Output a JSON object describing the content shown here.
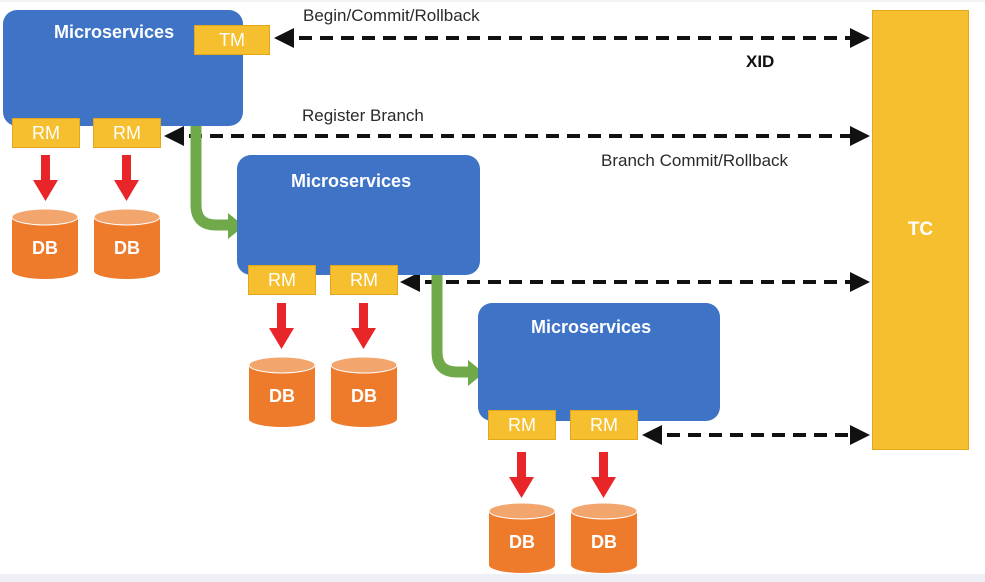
{
  "microservices": [
    {
      "title": "Microservices",
      "tm": "TM",
      "rm": [
        "RM",
        "RM"
      ],
      "db": [
        "DB",
        "DB"
      ]
    },
    {
      "title": "Microservices",
      "rm": [
        "RM",
        "RM"
      ],
      "db": [
        "DB",
        "DB"
      ]
    },
    {
      "title": "Microservices",
      "rm": [
        "RM",
        "RM"
      ],
      "db": [
        "DB",
        "DB"
      ]
    }
  ],
  "tc": {
    "label": "TC"
  },
  "labels": {
    "begin_commit_rollback": "Begin/Commit/Rollback",
    "xid": "XID",
    "register_branch": "Register Branch",
    "branch_commit_rollback": "Branch Commit/Rollback"
  },
  "colors": {
    "service_blue": "#3e73c6",
    "component_yellow": "#f6bf30",
    "db_orange": "#ee7a2c",
    "call_green": "#6fa94a",
    "write_red": "#e8262a"
  }
}
